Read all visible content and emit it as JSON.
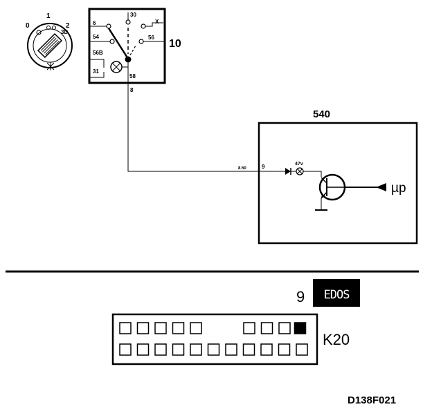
{
  "light_switch": {
    "positions": [
      "0",
      "1",
      "2"
    ],
    "pos_sub": "3D",
    "ref": "10",
    "terminals": [
      "6",
      "30",
      "X",
      "54",
      "56",
      "56B",
      "31",
      "58"
    ],
    "wire_label": "8"
  },
  "module": {
    "ref": "540",
    "wire_label": "8.50",
    "pin": "9",
    "led_label": "47v",
    "signal_label": "µp"
  },
  "connector": {
    "ref": "K20",
    "highlight_pin": "9",
    "display_text": "EDOS",
    "top_row_groups": [
      5,
      3
    ],
    "bottom_row_count": 11,
    "highlight_color": "#000000"
  },
  "figure_code": "D138F021"
}
